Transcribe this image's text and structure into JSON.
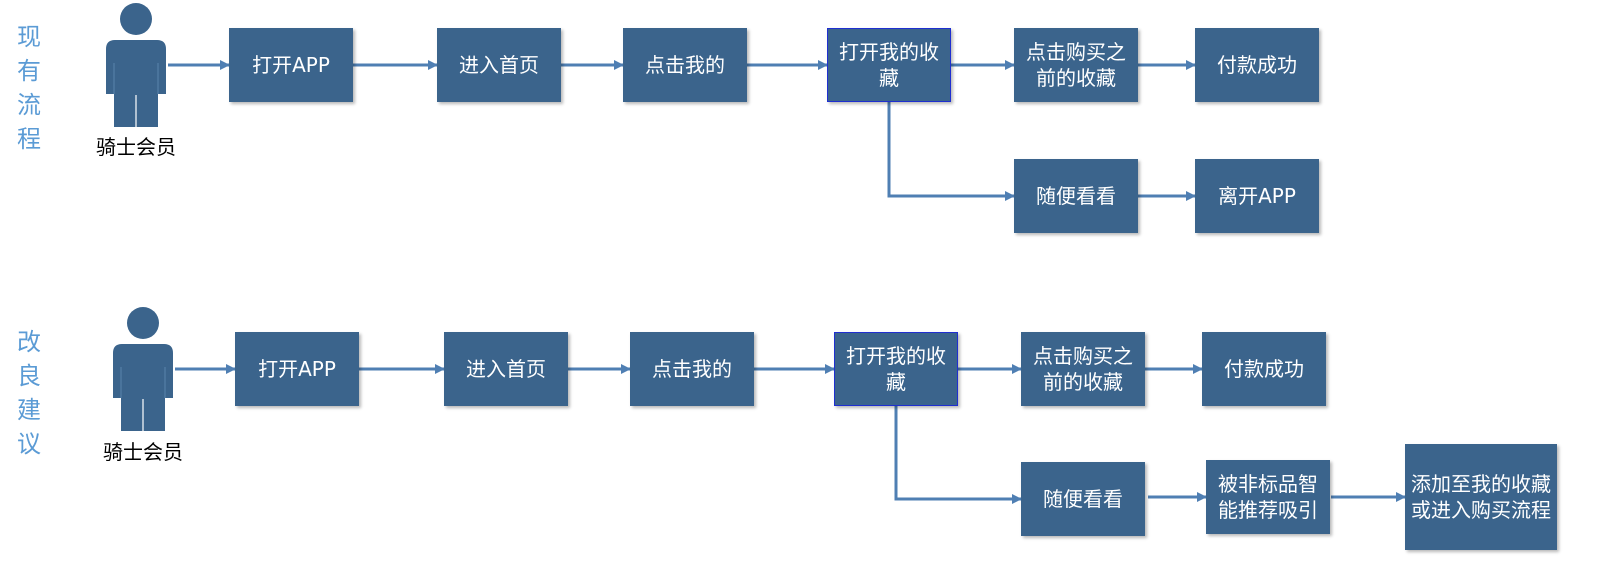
{
  "sections": {
    "current": {
      "label": "现有流程",
      "actor": "骑士会员",
      "steps": [
        "打开APP",
        "进入首页",
        "点击我的",
        "打开我的收藏",
        "点击购买之前的收藏",
        "付款成功"
      ],
      "branch": [
        "随便看看",
        "离开APP"
      ]
    },
    "improved": {
      "label": "改良建议",
      "actor": "骑士会员",
      "steps": [
        "打开APP",
        "进入首页",
        "点击我的",
        "打开我的收藏",
        "点击购买之前的收藏",
        "付款成功"
      ],
      "branch": [
        "随便看看",
        "被非标品智能推荐吸引",
        "添加至我的收藏或进入购买流程"
      ]
    }
  },
  "colors": {
    "box_fill": "#3b648c",
    "arrow": "#4f7fb3",
    "person": "#3b648c",
    "section_label": "#5b9bd5"
  }
}
